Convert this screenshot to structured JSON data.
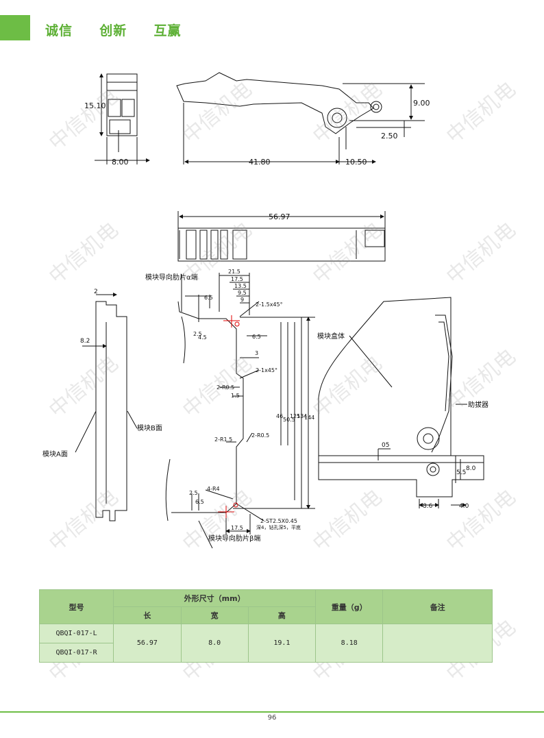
{
  "header": {
    "slogan": "诚信  创新  互赢"
  },
  "watermark": "中信机电",
  "colors": {
    "brand_green": "#6dbd45",
    "table_header": "#a9d38e",
    "table_body": "#d6ecc8",
    "red_mark": "#e00000"
  },
  "drawing_top": {
    "dim_height": "15.10",
    "dim_width_left": "8.00",
    "dim_length": "41.80",
    "dim_tail": "10.50",
    "dim_right_h": "9.00",
    "dim_right_small": "2.50"
  },
  "drawing_mid": {
    "dim_total": "56.97"
  },
  "drawing_detail": {
    "label_alpha": "模块导向肋片α端",
    "label_beta": "模块导向肋片β端",
    "d_21_5": "21.5",
    "d_17_5": "17.5",
    "d_13_5": "13.5",
    "d_9_5": "9.5",
    "d_9": "9",
    "d_6_5_top": "6.5",
    "d_2_5": "2.5",
    "d_4_5": "4.5",
    "chamfer_top": "2-1.5x45°",
    "d_6_5": "6.5",
    "d_3": "3",
    "chamfer_mid": "2-1x45°",
    "r_0_5_a": "2-R0.5",
    "d_1_5": "1.5",
    "d_46": "46",
    "d_50_5": "50.5",
    "d_125": "125",
    "d_134": "134",
    "d_144": "144",
    "r_1_5": "2-R1.5",
    "r_0_5_b": "2-R0.5",
    "r_4": "4-R4",
    "d_2_5_b": "2.5",
    "d_6_5_b": "6.5",
    "d_17_5_b": "17.5",
    "screw": "2-ST2.5X0.45",
    "screw_note": "深4，钻孔深5，平底"
  },
  "drawing_side": {
    "d_2": "2",
    "d_8_2": "8.2",
    "face_b": "模块B面",
    "face_a": "模块A面"
  },
  "drawing_assembly": {
    "box": "模块盒体",
    "puller": "助拔器",
    "d_05": "05",
    "d_5_5": "5.5",
    "d_8_0": "8.0",
    "d_8_6": "8.6",
    "d_4_0": "4.0"
  },
  "table": {
    "h_model": "型号",
    "h_dims": "外形尺寸（mm）",
    "h_length": "长",
    "h_width": "宽",
    "h_height": "高",
    "h_weight": "重量（g）",
    "h_note": "备注",
    "models": [
      "QBQI-017-L",
      "QBQI-017-R"
    ],
    "length": "56.97",
    "width": "8.0",
    "height": "19.1",
    "weight": "8.18",
    "note": ""
  },
  "footer": {
    "page_number": "96"
  }
}
